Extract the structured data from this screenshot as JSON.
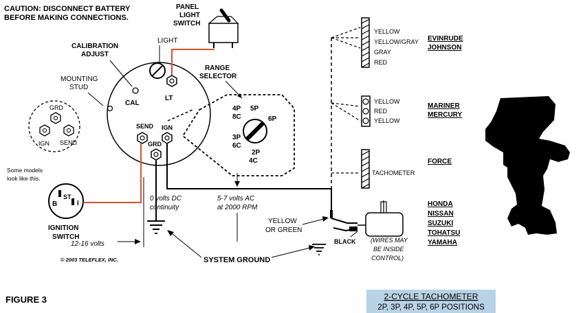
{
  "caution": {
    "line1": "CAUTION: DISCONNECT BATTERY",
    "line2": "BEFORE MAKING CONNECTIONS."
  },
  "panel_switch": {
    "line1": "PANEL",
    "line2": "LIGHT",
    "line3": "SWITCH"
  },
  "light_label": "LIGHT",
  "calibration": {
    "line1": "CALIBRATION",
    "line2": "ADJUST"
  },
  "mounting": {
    "line1": "MOUNTING",
    "line2": "STUD"
  },
  "range": {
    "line1": "RANGE",
    "line2": "SELECTOR"
  },
  "gauge_terminals": {
    "cal": "CAL",
    "lt": "LT",
    "send": "SEND",
    "ign": "IGN",
    "grd": "GRD"
  },
  "alt_terminals": {
    "grd": "GRD",
    "ign": "IGN",
    "send": "SEND",
    "note1": "Some models",
    "note2": "look like this."
  },
  "selector_positions": [
    "4P",
    "8C",
    "5P",
    "6P",
    "3P",
    "6C",
    "2P",
    "4C"
  ],
  "ignition": {
    "b": "B",
    "st": "ST",
    "i": "I",
    "line1": "IGNITION",
    "line2": "SWITCH"
  },
  "measurements": {
    "dc1": "0 volts DC",
    "dc2": "continuity",
    "ac1": "5-7 volts AC",
    "ac2": "at 2000 RPM",
    "v12": "12-16 volts"
  },
  "copyright": "© 2003 TELEFLEX, INC.",
  "system_ground": "SYSTEM GROUND",
  "yellow_green": {
    "line1": "YELLOW",
    "line2": "OR GREEN"
  },
  "black": "BLACK",
  "wires_note": {
    "line1": "(WIRES MAY",
    "line2": "BE INSIDE",
    "line3": "CONTROL)"
  },
  "evinrude_wires": [
    "YELLOW",
    "YELLOW/GRAY",
    "GRAY",
    "RED"
  ],
  "mariner_wires": [
    "YELLOW",
    "RED",
    "YELLOW"
  ],
  "force_wire": "TACHOMETER",
  "brands": {
    "evinrude": "EVINRUDE",
    "johnson": "JOHNSON",
    "mariner": "MARINER",
    "mercury": "MERCURY",
    "force": "FORCE",
    "honda": "HONDA",
    "nissan": "NISSAN",
    "suzuki": "SUZUKI",
    "tohatsu": "TOHATSU",
    "yamaha": "YAMAHA"
  },
  "figure": "FIGURE 3",
  "caption": {
    "line1": "2-CYCLE TACHOMETER",
    "line2": "2P, 3P, 4P, 5P, 6P POSITIONS"
  },
  "colors": {
    "wire_red": "#e0502c",
    "caption_bg": "#b9d3e6"
  }
}
